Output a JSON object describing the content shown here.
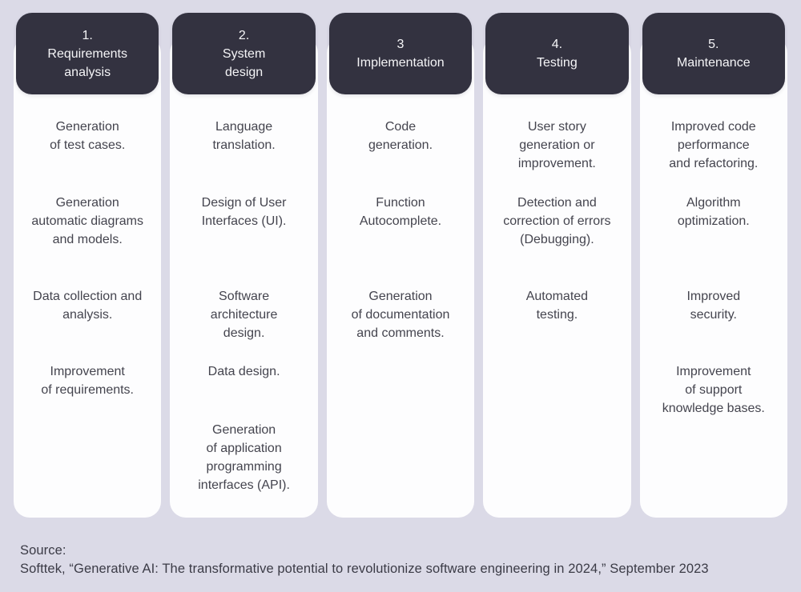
{
  "columns": [
    {
      "header": "1.\nRequirements\nanalysis",
      "items": [
        "Generation\nof test cases.",
        "Generation\nautomatic diagrams\nand models.",
        "Data collection and\nanalysis.",
        "Improvement\nof requirements."
      ]
    },
    {
      "header": "2.\nSystem\ndesign",
      "items": [
        "Language\ntranslation.",
        "Design of User\nInterfaces (UI).",
        "Software\narchitecture\ndesign.",
        "Data design.",
        "Generation\nof application\nprogramming\ninterfaces (API)."
      ]
    },
    {
      "header": "3\nImplementation",
      "items": [
        "Code\ngeneration.",
        "Function\nAutocomplete.",
        "Generation\nof documentation\nand comments."
      ]
    },
    {
      "header": "4.\nTesting",
      "items": [
        "User story\ngeneration or\nimprovement.",
        "Detection and\ncorrection of errors\n(Debugging).",
        "Automated\ntesting."
      ]
    },
    {
      "header": "5.\nMaintenance",
      "items": [
        "Improved code\nperformance\nand refactoring.",
        "Algorithm\noptimization.",
        "Improved\nsecurity.",
        "Improvement\nof support\nknowledge bases."
      ]
    }
  ],
  "source": {
    "label": "Source:",
    "citation": "Softtek, “Generative AI: The transformative potential to revolutionize software engineering in 2024,” September 2023"
  },
  "colors": {
    "background": "#dbdae7",
    "header_fill": "#333240",
    "header_text": "#f5f5f7",
    "card_fill": "#fdfdfe",
    "item_text": "#44444e",
    "source_text": "#3b3b46"
  }
}
